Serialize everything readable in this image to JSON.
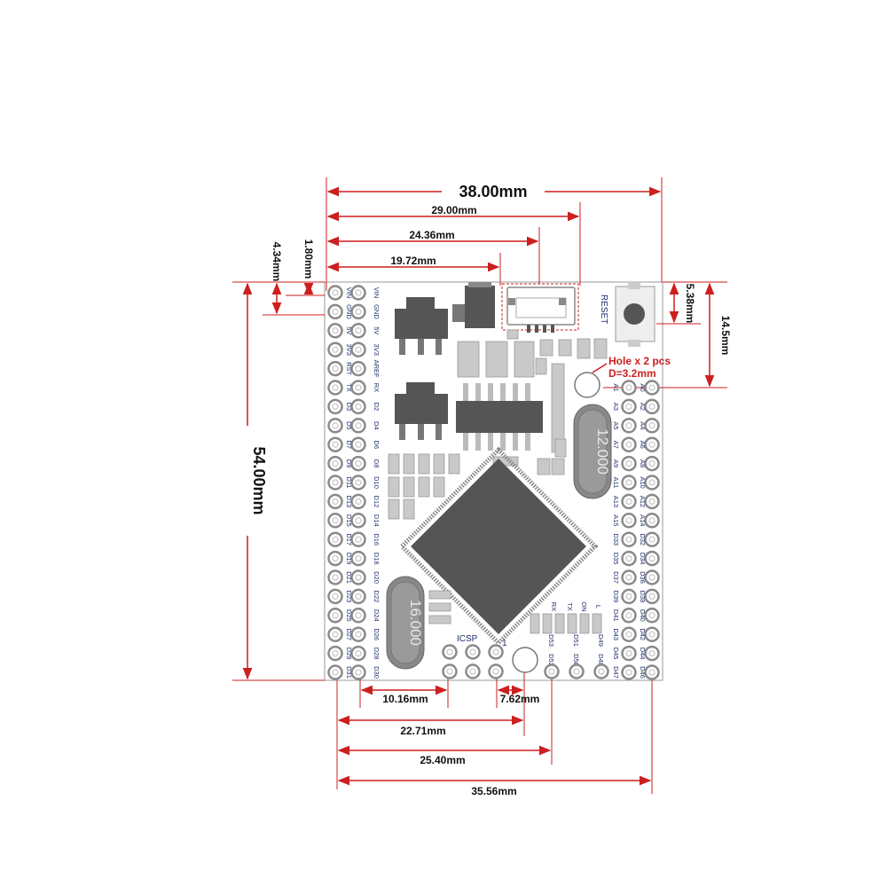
{
  "colors": {
    "dimension": "#cc1f1f",
    "component": "#555555",
    "component_light": "#c9c9c9",
    "silkscreen": "#1f2f6b",
    "board": "#ffffff"
  },
  "dimensions": {
    "width": "38.00mm",
    "usb_right": "29.00mm",
    "usb_left": "24.36mm",
    "edge_to_usb": "19.72mm",
    "top_offset_a": "1.80mm",
    "top_offset_b": "4.34mm",
    "reset_depth": "5.38mm",
    "hole_offset": "14.5mm",
    "height": "54.00mm",
    "icsp_width": "10.16mm",
    "icsp_offset": "7.62mm",
    "bottom_a": "22.71mm",
    "bottom_b": "25.40mm",
    "bottom_c": "35.56mm"
  },
  "labels": {
    "reset": "RESET",
    "hole_line1": "Hole x 2 pcs",
    "hole_line2": "D=3.2mm",
    "icsp": "ICSP",
    "icsp_pin1": "1",
    "crystal_large": "12.000",
    "crystal_small": "16.000"
  },
  "pins": {
    "left_outer": [
      "VIN",
      "GND",
      "5V",
      "3V3",
      "RST",
      "TX",
      "D3",
      "D5",
      "D7",
      "D9",
      "D11",
      "D13",
      "D15",
      "D17",
      "D19",
      "D21",
      "D23",
      "D25",
      "D27",
      "D29",
      "D31"
    ],
    "left_inner": [
      "VIN",
      "GND",
      "5V",
      "3V3",
      "AREF",
      "RX",
      "D2",
      "D4",
      "D6",
      "D8",
      "D10",
      "D12",
      "D14",
      "D16",
      "D18",
      "D20",
      "D22",
      "D24",
      "D26",
      "D28",
      "D30"
    ],
    "right_inner": [
      "A1",
      "A3",
      "A5",
      "A7",
      "A9",
      "A11",
      "A13",
      "A15",
      "D33",
      "D35",
      "D37",
      "D39",
      "D41",
      "D43",
      "D45",
      "D47"
    ],
    "right_outer": [
      "A0",
      "A2",
      "A4",
      "A6",
      "A8",
      "A10",
      "A12",
      "A14",
      "D32",
      "D34",
      "D36",
      "D38",
      "D40",
      "D42",
      "D44",
      "D46"
    ],
    "bottom_top_row": [
      "D53",
      "D51",
      "D49"
    ],
    "bottom_bottom_row": [
      "D52",
      "D50",
      "D48"
    ],
    "leds": [
      "RX",
      "TX",
      "ON",
      "L"
    ]
  }
}
